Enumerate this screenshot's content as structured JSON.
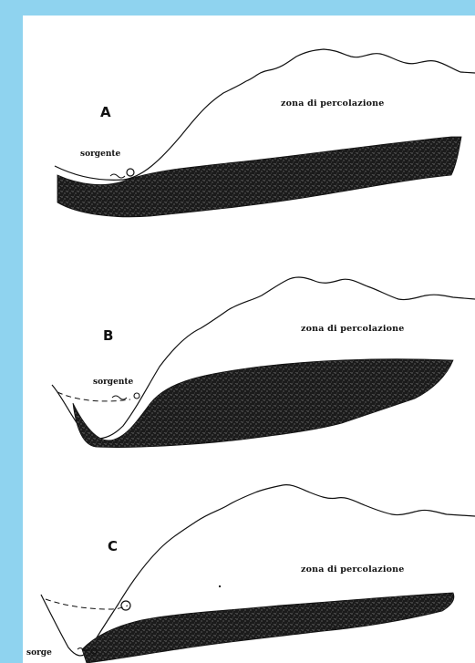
{
  "figure": {
    "panels": [
      {
        "letter": "A",
        "zone_label": "zona di percolazione",
        "spring_label": "sorgente"
      },
      {
        "letter": "B",
        "zone_label": "zona di percolazione",
        "spring_label": "sorgente"
      },
      {
        "letter": "C",
        "zone_label": "zona di percolazione",
        "spring_label": "sorge"
      }
    ]
  },
  "colors": {
    "frame": "#8fd3ef",
    "sheet": "#ffffff",
    "ink": "#111111",
    "saturated_zone": "#1a1a1a"
  }
}
